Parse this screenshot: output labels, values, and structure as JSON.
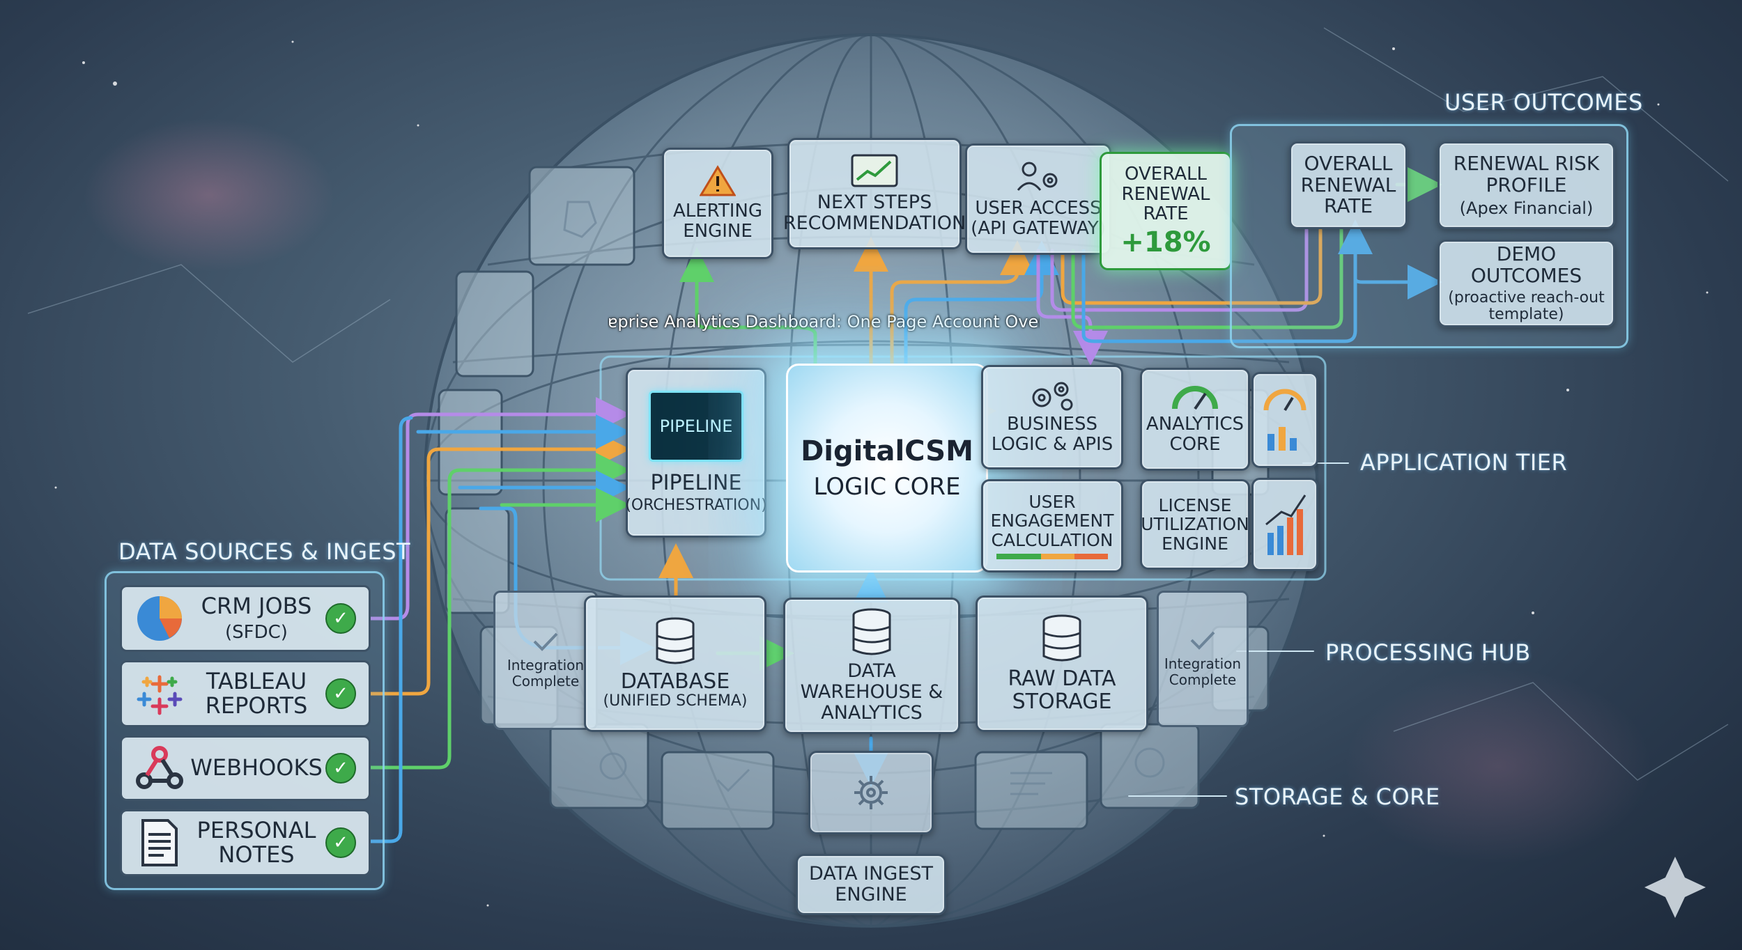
{
  "overlay_title": "ɐprise Analytics Dashboard: One Page Account Overview",
  "sections": {
    "user_outcomes": "USER OUTCOMES",
    "application_tier": "APPLICATION TIER",
    "processing_hub": "PROCESSING HUB",
    "storage_core": "STORAGE & CORE",
    "data_sources": "DATA SOURCES & INGEST"
  },
  "data_sources": [
    {
      "label": "CRM JOBS",
      "sub": "(SFDC)",
      "icon": "pie-chart-icon"
    },
    {
      "label": "TABLEAU",
      "sub": "REPORTS",
      "icon": "tableau-cross-icon"
    },
    {
      "label": "WEBHOOKS",
      "sub": "",
      "icon": "webhook-icon"
    },
    {
      "label": "PERSONAL",
      "sub": "NOTES",
      "icon": "document-icon"
    }
  ],
  "source_check": "✓",
  "top_modules": {
    "alerting": "ALERTING ENGINE",
    "next_steps": "NEXT STEPS RECOMMENDATION",
    "user_access": "USER ACCESS (API GATEWAY)",
    "renewal_tile": {
      "title": "OVERALL RENEWAL RATE",
      "value": "+18%"
    }
  },
  "outcomes": {
    "overall_rate": "OVERALL RENEWAL RATE",
    "risk_profile": "RENEWAL RISK PROFILE",
    "risk_profile_sub": "(Apex Financial)",
    "demo_outcomes": "DEMO OUTCOMES",
    "demo_outcomes_sub": "(proactive reach-out template)"
  },
  "pipeline": {
    "chip": "PIPELINE",
    "title": "PIPELINE",
    "sub": "(ORCHESTRATION)"
  },
  "core": {
    "line1": "DigitalCSM",
    "line2": "LOGIC CORE"
  },
  "app_modules": {
    "business_logic": "BUSINESS LOGIC & APIs",
    "user_engagement": "USER ENGAGEMENT CALCULATION",
    "analytics_core": "ANALYTICS CORE",
    "license_util": "LICENSE UTILIZATION ENGINE"
  },
  "processing": {
    "database": "DATABASE",
    "database_sub": "(UNIFIED SCHEMA)",
    "warehouse": "DATA WAREHOUSE & ANALYTICS",
    "raw": "RAW DATA STORAGE",
    "integration_left": "Integration Complete",
    "integration_right": "Integration Complete"
  },
  "ingest_engine": "DATA INGEST ENGINE",
  "colors": {
    "blue_flow": "#4aa8e8",
    "orange_flow": "#f0a640",
    "green_flow": "#5fd06a",
    "purple_flow": "#b58be8",
    "accent_green": "#2e9a3c"
  }
}
